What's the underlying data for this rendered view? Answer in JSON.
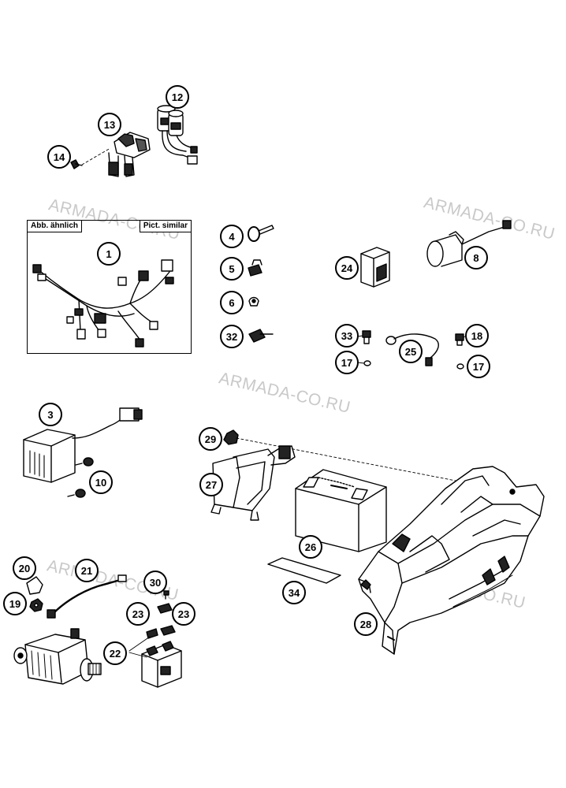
{
  "watermark": "ARMADA-CO.RU",
  "harness_box": {
    "label_left": "Abb. ähnlich",
    "label_right": "Pict. similar"
  },
  "callouts": [
    "1",
    "3",
    "4",
    "5",
    "6",
    "8",
    "10",
    "12",
    "13",
    "14",
    "17",
    "17",
    "18",
    "19",
    "20",
    "21",
    "22",
    "23",
    "23",
    "24",
    "25",
    "26",
    "27",
    "28",
    "29",
    "30",
    "32",
    "33",
    "34"
  ],
  "colors": {
    "line": "#000000",
    "watermark": "#c9c9c9",
    "background": "#ffffff"
  }
}
